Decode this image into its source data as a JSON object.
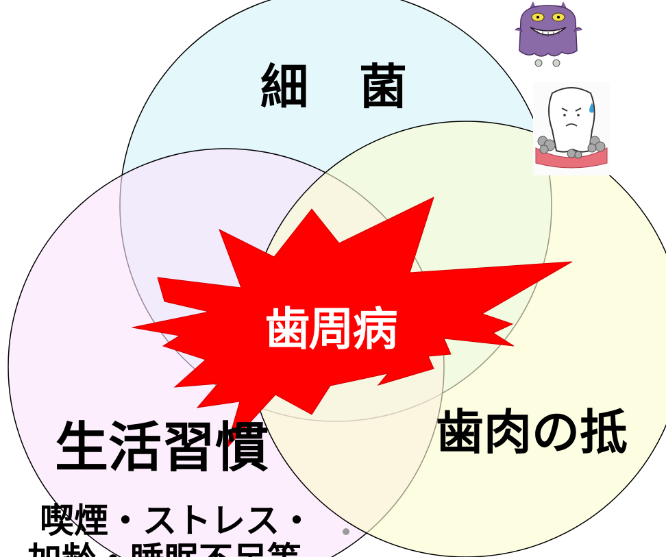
{
  "diagram": {
    "circles": {
      "bacteria": {
        "label": "細　菌",
        "fill": "#dff7fb"
      },
      "lifestyle": {
        "label": "生活習慣",
        "fill": "#fbe2fb"
      },
      "gum": {
        "label": "歯肉の抵",
        "fill": "#fbfbcf"
      }
    },
    "lifestyle_details": {
      "line1": "喫煙・ストレス・",
      "line2": "加齢・睡眠不足等"
    },
    "center": {
      "label": "歯周病",
      "burst_color": "#ff0000",
      "text_color": "#ffffff"
    }
  },
  "images": {
    "monster": {
      "icon": "germ-monster-icon",
      "body_color": "#8b6aa8"
    },
    "tooth": {
      "icon": "worried-tooth-icon",
      "gum_color": "#e8707a"
    }
  }
}
